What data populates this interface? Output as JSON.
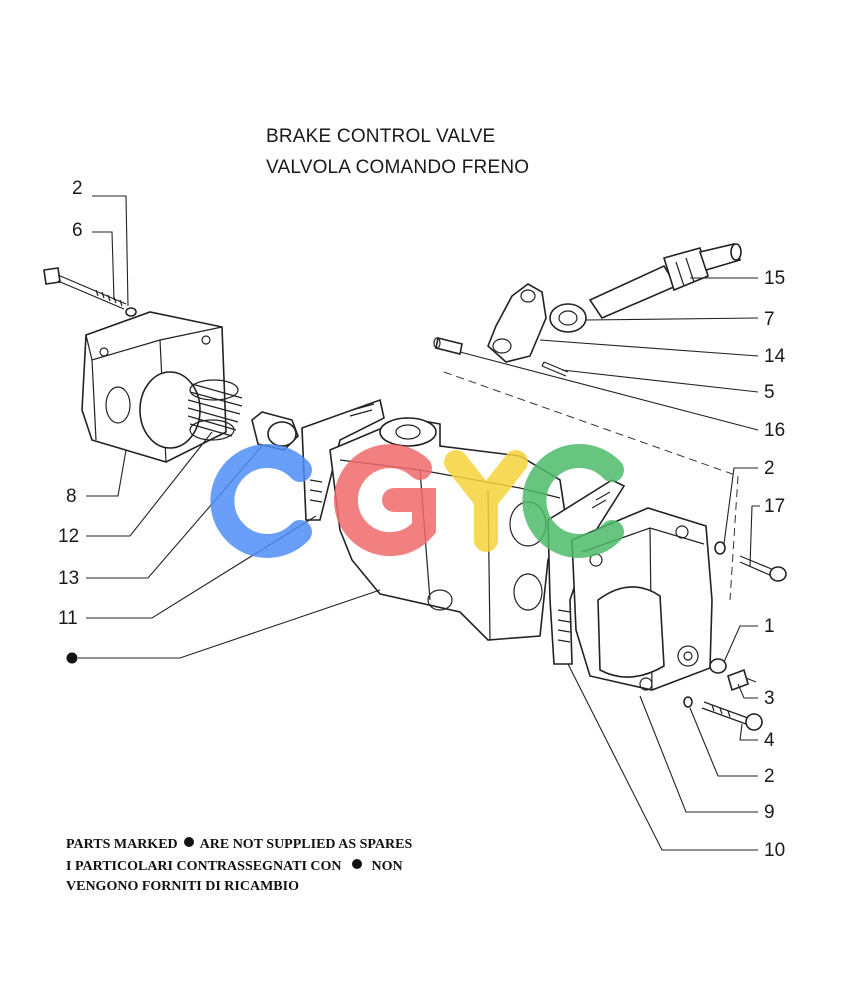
{
  "title": {
    "line1": "BRAKE CONTROL VALVE",
    "line2": "VALVOLA COMANDO FRENO"
  },
  "callouts": {
    "c2a": "2",
    "c6": "6",
    "c8": "8",
    "c12": "12",
    "c13": "13",
    "c11": "11",
    "c15": "15",
    "c7": "7",
    "c14": "14",
    "c5": "5",
    "c16": "16",
    "c2b": "2",
    "c17": "17",
    "c1": "1",
    "c3": "3",
    "c4": "4",
    "c2c": "2",
    "c9": "9",
    "c10": "10"
  },
  "notes": {
    "line1_a": "PARTS MARKED",
    "line1_b": "ARE NOT SUPPLIED AS SPARES",
    "line2_a": "I PARTICOLARI CONTRASSEGNATI CON",
    "line2_b": "NON",
    "line3": "VENGONO FORNITI DI RICAMBIO"
  },
  "watermark": {
    "letters": [
      "C",
      "G",
      "Y",
      "C"
    ],
    "colors": [
      "#4f8ef7",
      "#f26b6b",
      "#f5d33a",
      "#4dbb6a"
    ]
  }
}
